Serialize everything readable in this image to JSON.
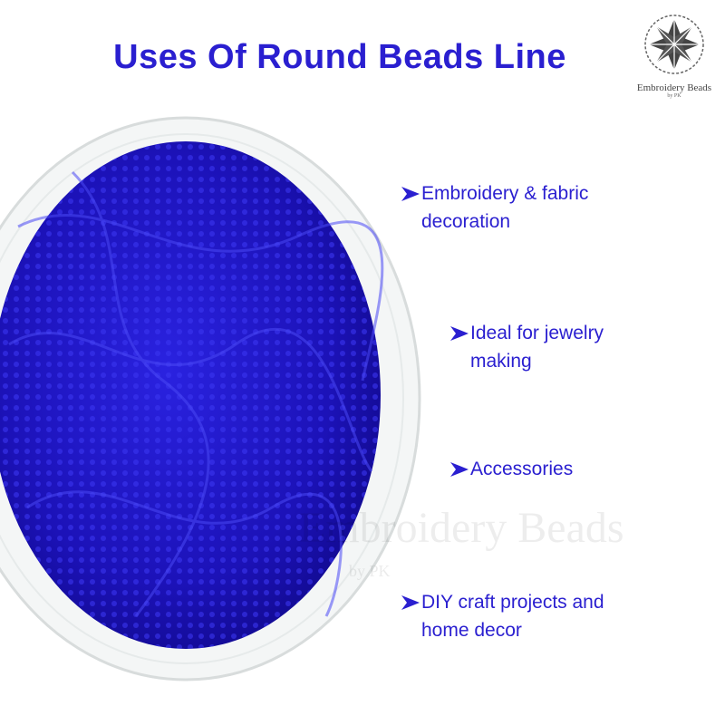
{
  "title": "Uses Of Round Beads Line",
  "logo": {
    "name": "Embroidery Beads",
    "sub": "by PK"
  },
  "watermark": {
    "name": "Embroidery Beads",
    "sub": "by PK"
  },
  "bullets": [
    {
      "line1": "Embroidery & fabric",
      "line2": "decoration"
    },
    {
      "line1": "Ideal for jewelry",
      "line2": "making"
    },
    {
      "line1": "Accessories",
      "line2": ""
    },
    {
      "line1": "DIY craft projects and",
      "line2": "home decor"
    }
  ],
  "colors": {
    "accent": "#2a1fd0",
    "beads": "#1a14c8"
  }
}
